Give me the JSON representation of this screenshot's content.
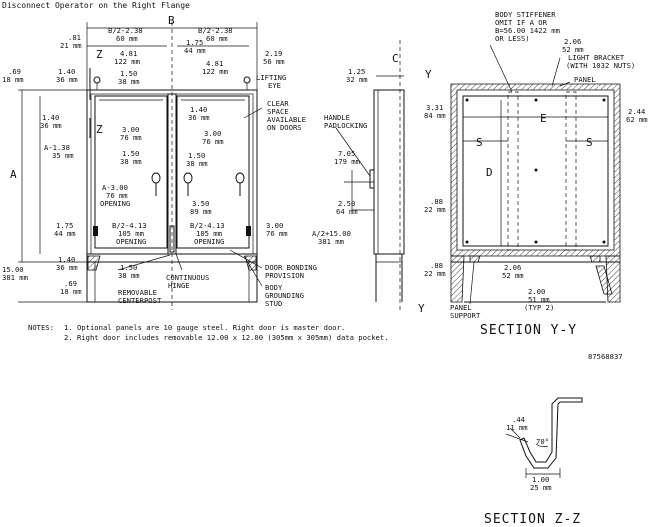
{
  "title": "Disconnect Operator on the Right Flange",
  "front_view": {
    "dim_z": "Z",
    "dim_b": "B",
    "dim_c": "C",
    "dim_y": "Y",
    "dim_a": "A",
    "top_left_81": ".81",
    "top_left_21mm": "21 mm",
    "b2_238_left": "B/2-2.38",
    "b2_238_left_mm": "60 mm",
    "b2_238_right": "B/2-2.38",
    "b2_238_right_mm": "60 mm",
    "d481_left": "4.81",
    "d481_left_mm": "122 mm",
    "d150_top": "1.50",
    "d150_top_mm": "38 mm",
    "d175_top": "1.75",
    "d175_top_mm": "44 mm",
    "d481_right": "4.81",
    "d481_right_mm": "122 mm",
    "d219": "2.19",
    "d219_mm": "56 mm",
    "lifting_eye_1": "LIFTING",
    "lifting_eye_2": "EYE",
    "d69_top": ".69",
    "d69_top_mm": "18 mm",
    "d140_top": "1.40",
    "d140_top_mm": "36 mm",
    "d140_left": "1.40",
    "d140_left_mm": "36 mm",
    "a138": "A-1.38",
    "a138_mm": "35 mm",
    "d140_mid": "1.40",
    "d140_mid_mm": "36 mm",
    "clear_space_1": "CLEAR",
    "clear_space_2": "SPACE",
    "clear_space_3": "AVAILABLE",
    "clear_space_4": "ON DOORS",
    "d300_left": "3.00",
    "d300_left_mm": "76 mm",
    "d300_right": "3.00",
    "d300_right_mm": "76 mm",
    "d150_left": "1.50",
    "d150_left_mm": "38 mm",
    "d150_right": "1.50",
    "d150_right_mm": "38 mm",
    "a300": "A-3.00",
    "a300_mm": "76 mm",
    "opening_left": "OPENING",
    "d350": "3.50",
    "d350_mm": "89 mm",
    "d175_bot": "1.75",
    "d175_bot_mm": "44 mm",
    "b2_413_left": "B/2-4.13",
    "b2_413_left_mm": "105 mm",
    "b2_413_left_op": "OPENING",
    "b2_413_right": "B/2-4.13",
    "b2_413_right_mm": "105 mm",
    "b2_413_right_op": "OPENING",
    "d300_bot": "3.00",
    "d300_bot_mm": "76 mm",
    "d140_bot": "1.40",
    "d140_bot_mm": "36 mm",
    "d1500": "15.00",
    "d1500_mm": "381 mm",
    "d69_bot": ".69",
    "d69_bot_mm": "18 mm",
    "d150_bot": "1.50",
    "d150_bot_mm": "38 mm",
    "removable_1": "REMOVABLE",
    "removable_2": "CENTERPOST",
    "continuous_1": "CONTINUOUS",
    "continuous_2": "HINGE",
    "door_bonding_1": "DOOR BONDING",
    "door_bonding_2": "PROVISION",
    "body_grounding_1": "BODY",
    "body_grounding_2": "GROUNDING",
    "body_grounding_3": "STUD"
  },
  "side_view": {
    "d125": "1.25",
    "d125_mm": "32 mm",
    "handle_1": "HANDLE",
    "handle_2": "PADLOCKING",
    "d705": "7.05",
    "d705_mm": "179 mm",
    "d250": "2.50",
    "d250_mm": "64 mm",
    "a2_1500": "A/2+15.00",
    "a2_1500_mm": "381 mm",
    "y_bottom": "Y"
  },
  "section_yy": {
    "stiffener_1": "BODY STIFFENER",
    "stiffener_2": "OMIT IF A OR",
    "stiffener_3": "B=56.00 1422 mm",
    "stiffener_4": "OR LESS)",
    "d206_top": "2.06",
    "d206_top_mm": "52 mm",
    "light_bracket_1": "LIGHT BRACKET",
    "light_bracket_2": "(WITH 1032 NUTS)",
    "panel": "PANEL",
    "d331": "3.31",
    "d331_mm": "84 mm",
    "e": "E",
    "d244": "2.44",
    "d244_mm": "62 mm",
    "s_left": "S",
    "s_right": "S",
    "d": "D",
    "d88_top": ".88",
    "d88_top_mm": "22 mm",
    "d88_bot": ".88",
    "d88_bot_mm": "22 mm",
    "d206_bot": "2.06",
    "d206_bot_mm": "52 mm",
    "d200": "2.00",
    "d200_mm": "51 mm",
    "typ2": "(TYP 2)",
    "panel_support_1": "PANEL",
    "panel_support_2": "SUPPORT",
    "section_label": "SECTION Y-Y"
  },
  "notes": {
    "label": "NOTES:",
    "note1": "1. Optional panels are 10 gauge steel.  Right door is master door.",
    "note2": "2.  Right door includes removable 12.00 x 12.00 (305mm x 305mm) data pocket."
  },
  "drawing_number": "87568837",
  "section_zz": {
    "d44": ".44",
    "d44_mm": "11 mm",
    "angle": "70°",
    "d100": "1.00",
    "d100_mm": "25 mm",
    "section_label": "SECTION Z-Z"
  }
}
